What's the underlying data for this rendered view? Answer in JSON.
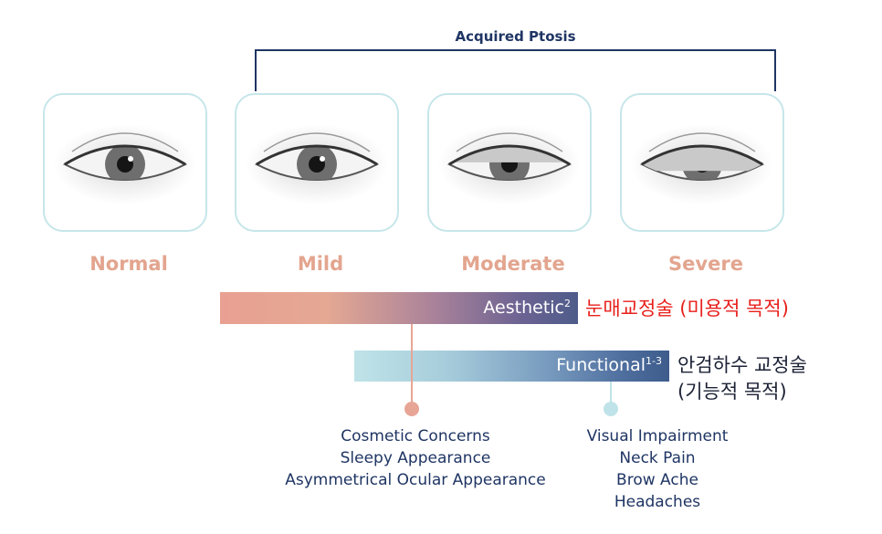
{
  "bracket_label": "Acquired Ptosis",
  "stages": [
    {
      "label": "Normal",
      "lid": 0.0
    },
    {
      "label": "Mild",
      "lid": 0.15
    },
    {
      "label": "Moderate",
      "lid": 0.45
    },
    {
      "label": "Severe",
      "lid": 0.6
    }
  ],
  "aesthetic": {
    "label": "Aesthetic",
    "sup": "2",
    "korean": "눈매교정술 (미용적 목적)"
  },
  "functional": {
    "label": "Functional",
    "sup": "1-3",
    "korean_line1": "안검하수 교정술",
    "korean_line2": "(기능적 목적)"
  },
  "cosmetic_list": [
    "Cosmetic Concerns",
    "Sleepy Appearance",
    "Asymmetrical Ocular Appearance"
  ],
  "functional_list": [
    "Visual Impairment",
    "Neck Pain",
    "Brow Ache",
    "Headaches"
  ],
  "colors": {
    "navy": "#1f3564",
    "salmon": "#e3a58f",
    "red": "#e8201c",
    "teal": "#bfe3e8"
  }
}
